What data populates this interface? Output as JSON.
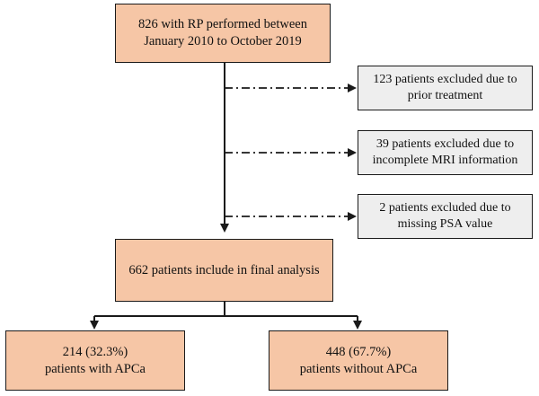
{
  "flowchart": {
    "start": {
      "line1": "826 with RP performed between",
      "line2": "January 2010 to October 2019"
    },
    "exclusions": [
      {
        "line1": "123 patients excluded due to",
        "line2": "prior treatment"
      },
      {
        "line1": "39 patients excluded due to",
        "line2": "incomplete MRI information"
      },
      {
        "line1": "2 patients excluded due to",
        "line2": "missing PSA value"
      }
    ],
    "final": {
      "line1": "662 patients include in final analysis"
    },
    "groups": [
      {
        "line1": "214 (32.3%)",
        "line2": "patients with APCa"
      },
      {
        "line1": "448 (67.7%)",
        "line2": "patients without APCa"
      }
    ]
  },
  "colors": {
    "main_box": "#f6c6a6",
    "exclusion_box": "#eeeeee",
    "border": "#1a1a1a"
  }
}
